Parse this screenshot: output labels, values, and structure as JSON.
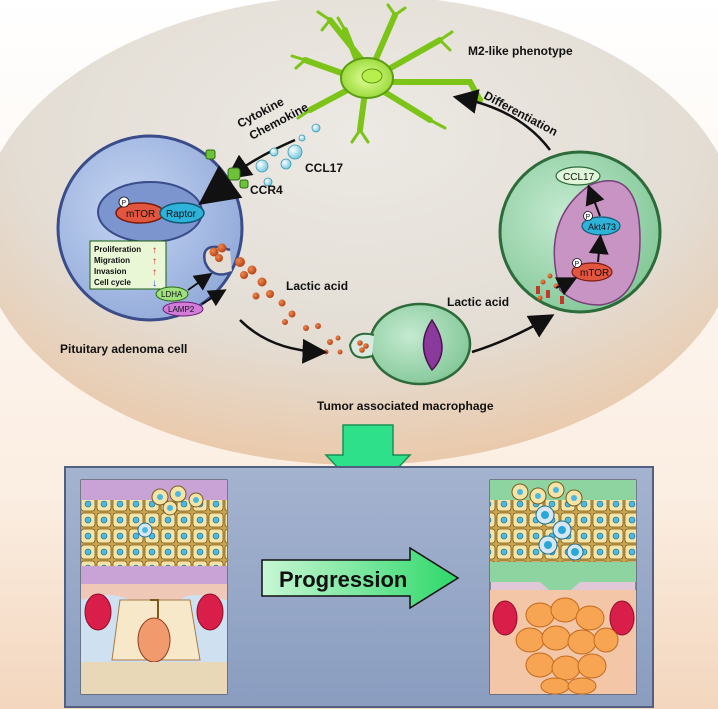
{
  "labels": {
    "m2_phenotype": "M2-like phenotype",
    "cytokine": "Cytokine",
    "chemokine": "Chemokine",
    "ccl17_free": "CCL17",
    "ccr4": "CCR4",
    "differentiation": "Differentiation",
    "mtor_left": "mTOR",
    "raptor": "Raptor",
    "p_marker": "P",
    "lactic_acid_left": "Lactic acid",
    "lactic_acid_right": "Lactic acid",
    "pituitary_cell": "Pituitary adenoma cell",
    "tam": "Tumor associated macrophage",
    "ccl17_inner": "CCL17",
    "akt473": "Akt473",
    "mtor_right": "mTOR",
    "ldha": "LDHA",
    "lamp2": "LAMP2",
    "progression": "Progression"
  },
  "effects_box": {
    "rows": [
      {
        "label": "Proliferation",
        "arrow": "↑",
        "color": "#e0261b"
      },
      {
        "label": "Migration",
        "arrow": "↑",
        "color": "#e0261b"
      },
      {
        "label": "Invasion",
        "arrow": "↑",
        "color": "#e0261b"
      },
      {
        "label": "Cell cycle",
        "arrow": "↓",
        "color": "#1f3fd6"
      }
    ]
  },
  "colors": {
    "background_top": "#e6e2dc",
    "background_bottom": "#edc8a8",
    "pituitary_cell": "#a9bfe6",
    "macrophage": "#9ed5ac",
    "lactate_dot": "#d2521f",
    "ccl17_dot": "#88d4e4",
    "m2_cell": "#9fe23a",
    "panel_bg": "#96a8c6",
    "progression_arrow": "#2ee06e"
  }
}
